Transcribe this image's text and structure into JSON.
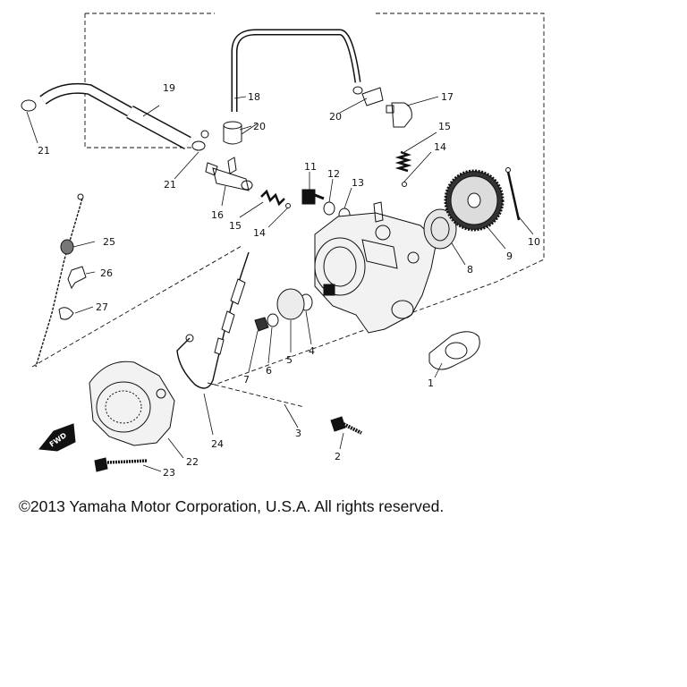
{
  "diagram": {
    "callouts": [
      {
        "id": "1",
        "label": "1"
      },
      {
        "id": "2",
        "label": "2"
      },
      {
        "id": "3",
        "label": "3"
      },
      {
        "id": "4",
        "label": "4"
      },
      {
        "id": "5",
        "label": "5"
      },
      {
        "id": "6",
        "label": "6"
      },
      {
        "id": "7",
        "label": "7"
      },
      {
        "id": "8",
        "label": "8"
      },
      {
        "id": "9",
        "label": "9"
      },
      {
        "id": "10",
        "label": "10"
      },
      {
        "id": "11",
        "label": "11"
      },
      {
        "id": "12",
        "label": "12"
      },
      {
        "id": "13",
        "label": "13"
      },
      {
        "id": "14a",
        "label": "14"
      },
      {
        "id": "14b",
        "label": "14"
      },
      {
        "id": "15a",
        "label": "15"
      },
      {
        "id": "15b",
        "label": "15"
      },
      {
        "id": "16",
        "label": "16"
      },
      {
        "id": "17",
        "label": "17"
      },
      {
        "id": "18",
        "label": "18"
      },
      {
        "id": "19",
        "label": "19"
      },
      {
        "id": "20a",
        "label": "20"
      },
      {
        "id": "20b",
        "label": "20"
      },
      {
        "id": "21a",
        "label": "21"
      },
      {
        "id": "21b",
        "label": "21"
      },
      {
        "id": "22",
        "label": "22"
      },
      {
        "id": "23",
        "label": "23"
      },
      {
        "id": "24",
        "label": "24"
      },
      {
        "id": "25",
        "label": "25"
      },
      {
        "id": "26",
        "label": "26"
      },
      {
        "id": "27",
        "label": "27"
      }
    ],
    "forward_label": "FWD"
  },
  "footer": {
    "copyright": "©2013 Yamaha Motor Corporation, U.S.A. All rights reserved."
  }
}
